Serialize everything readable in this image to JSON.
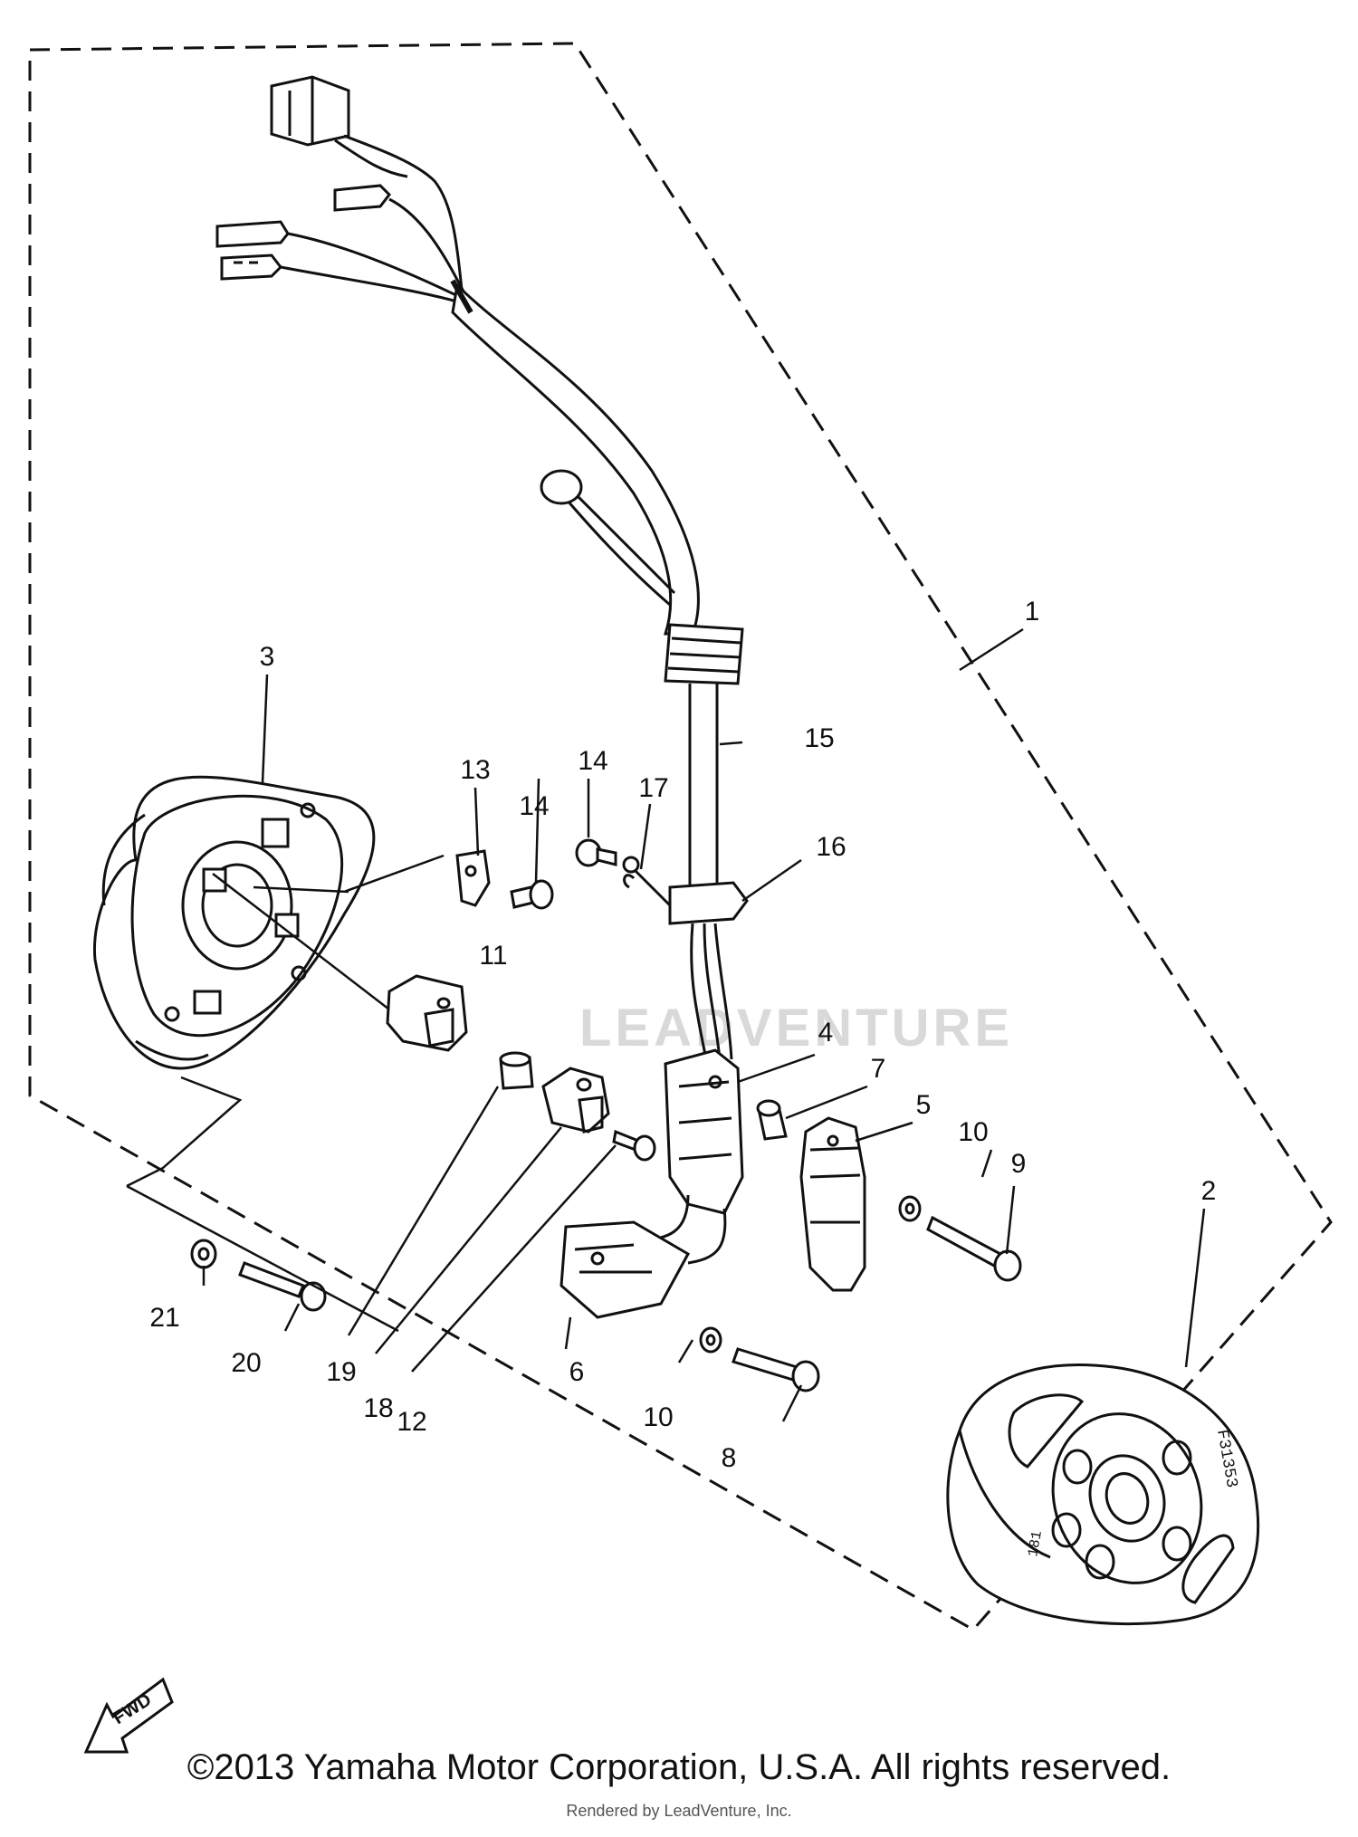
{
  "callouts": {
    "c1": "1",
    "c2": "2",
    "c3": "3",
    "c4": "4",
    "c5": "5",
    "c6": "6",
    "c7": "7",
    "c8": "8",
    "c9": "9",
    "c10a": "10",
    "c10b": "10",
    "c11": "11",
    "c12": "12",
    "c13": "13",
    "c14a": "14",
    "c14b": "14",
    "c15": "15",
    "c16": "16",
    "c17": "17",
    "c18": "18",
    "c19": "19",
    "c20": "20",
    "c21": "21"
  },
  "rotor_marking": "F31353",
  "rotor_marking_2": "181",
  "fwd_label": "FWD",
  "watermark": "LEADVENTURE",
  "copyright": "©2013 Yamaha Motor Corporation, U.S.A. All rights reserved.",
  "rendered_by": "Rendered by LeadVenture, Inc."
}
